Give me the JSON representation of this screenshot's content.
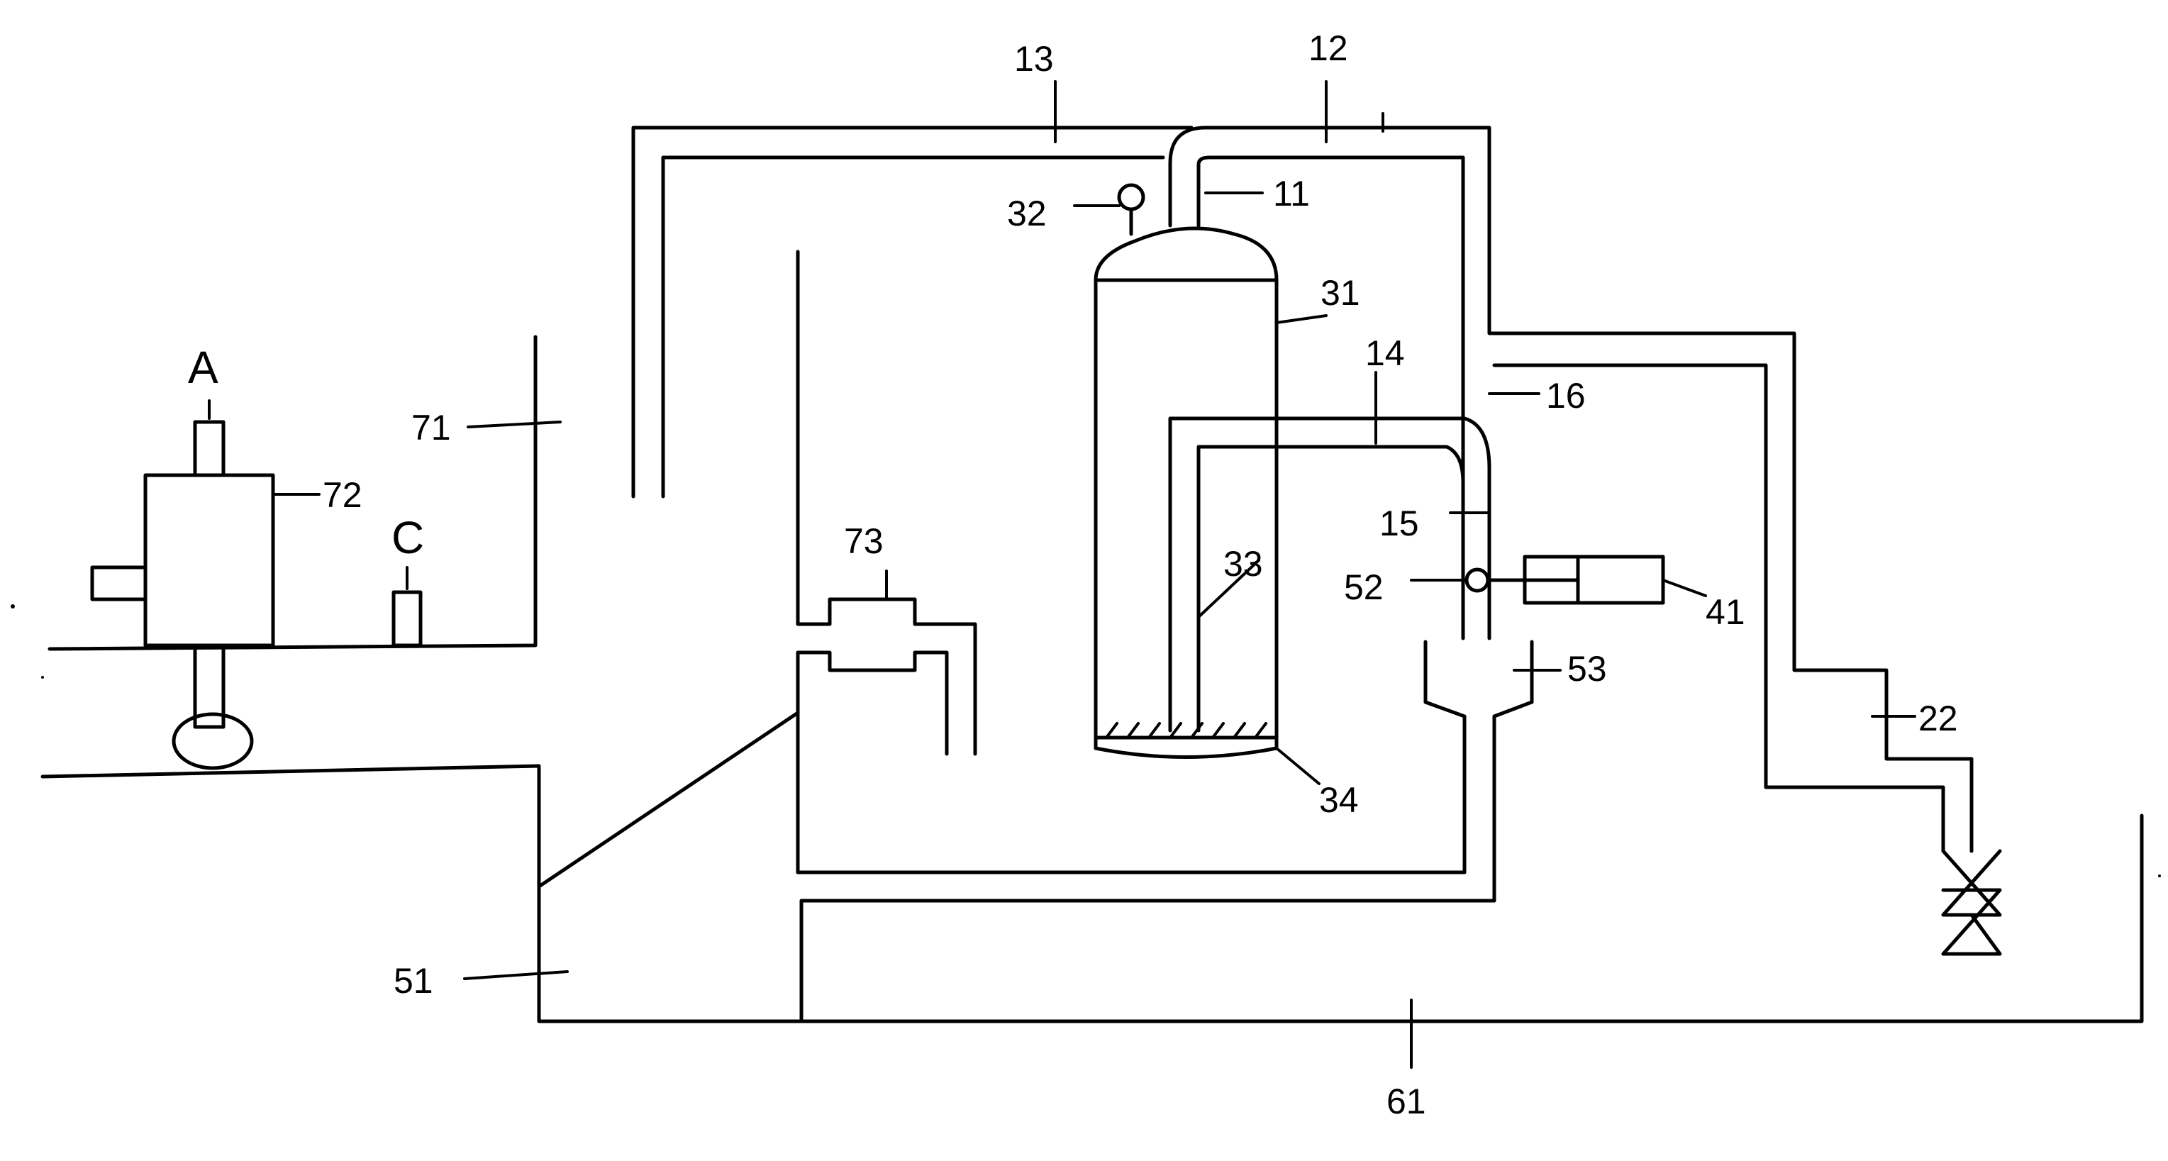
{
  "labels": {
    "l11": "11",
    "l12": "12",
    "l13": "13",
    "l14": "14",
    "l15": "15",
    "l16": "16",
    "l22": "22",
    "l31": "31",
    "l32": "32",
    "l33": "33",
    "l34": "34",
    "l41": "41",
    "l51": "51",
    "l52": "52",
    "l53": "53",
    "l61": "61",
    "l71": "71",
    "l72": "72",
    "l73": "73",
    "lA": "A",
    "lC": "C"
  }
}
